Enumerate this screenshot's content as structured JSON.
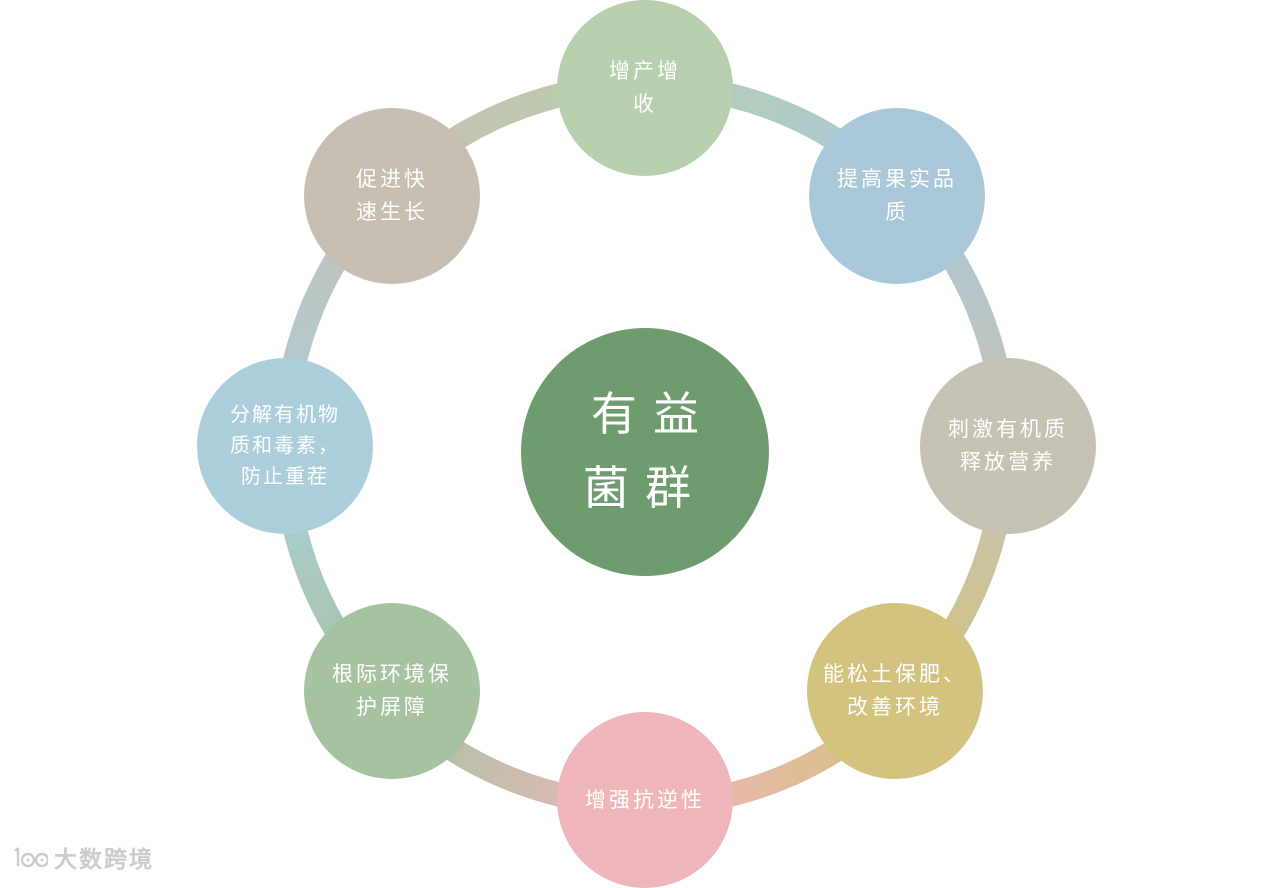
{
  "center_node": {
    "label": "有益\n菌群",
    "color": "#6f9c6e"
  },
  "nodes": [
    {
      "id": "increase-yield",
      "label": "增产增\n收",
      "color": "#b7cfae"
    },
    {
      "id": "improve-fruit-quality",
      "label": "提高果实品\n质",
      "color": "#a9c7d9"
    },
    {
      "id": "stimulate-organic-release",
      "label": "刺激有机质\n释放营养",
      "color": "#c6c2b3"
    },
    {
      "id": "loosen-soil-improve-env",
      "label": "能松土保肥、\n改善环境",
      "color": "#d2c27d"
    },
    {
      "id": "stress-resistance",
      "label": "增强抗逆性",
      "color": "#eeb5bb"
    },
    {
      "id": "rhizosphere-barrier",
      "label": "根际环境保\n护屏障",
      "color": "#a6c2a0"
    },
    {
      "id": "decompose-organic-toxins",
      "label": "分解有机物\n质和毒素，\n防止重茬",
      "color": "#abceda"
    },
    {
      "id": "promote-fast-growth",
      "label": "促进快\n速生长",
      "color": "#c6beb1"
    }
  ],
  "watermark": {
    "text": "大数跨境"
  }
}
